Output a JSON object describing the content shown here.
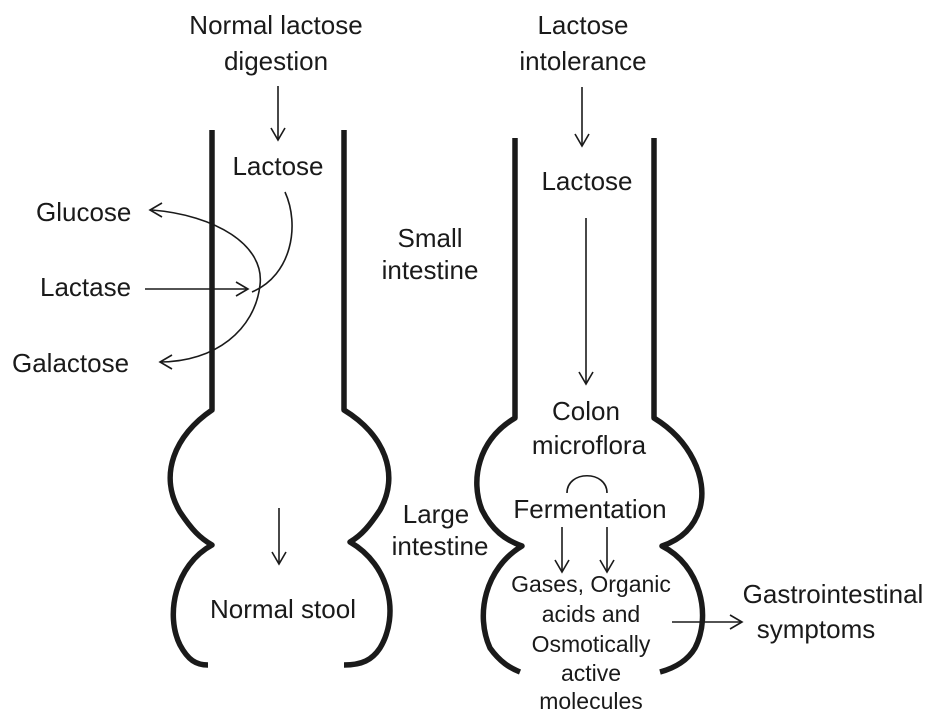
{
  "normal": {
    "title_line1": "Normal lactose",
    "title_line2": "digestion",
    "lactose": "Lactose",
    "glucose": "Glucose",
    "lactase": "Lactase",
    "galactose": "Galactose",
    "stool": "Normal stool"
  },
  "intolerance": {
    "title_line1": "Lactose",
    "title_line2": "intolerance",
    "lactose": "Lactose",
    "colon_line1": "Colon",
    "colon_line2": "microflora",
    "fermentation": "Fermentation",
    "products_line1": "Gases, Organic",
    "products_line2": "acids and",
    "products_line3": "Osmotically",
    "products_line4": "active",
    "products_line5": "molecules",
    "symptoms_line1": "Gastrointestinal",
    "symptoms_line2": "symptoms"
  },
  "labels": {
    "small_line1": "Small",
    "small_line2": "intestine",
    "large_line1": "Large",
    "large_line2": "intestine"
  }
}
